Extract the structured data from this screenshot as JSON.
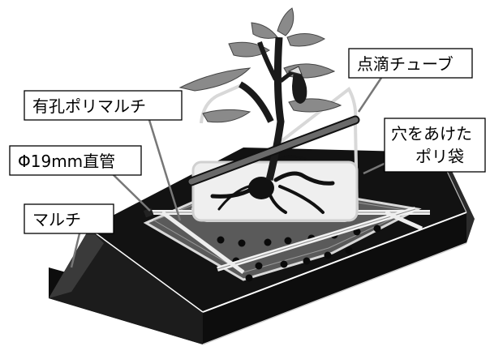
{
  "labels": {
    "drip_tube": "点滴チューブ",
    "perforated_mulch": "有孔ポリマルチ",
    "holed_bag_line1": "穴をあけた",
    "holed_bag_line2": "ポリ袋",
    "straight_pipe": "Φ19mm直管",
    "mulch": "マルチ"
  },
  "colors": {
    "mulch_black": "#111111",
    "sheet_gray": "#5a5a5a",
    "leaf_gray": "#8a8a8a",
    "stem_black": "#1a1a1a",
    "tube_gray": "#666666"
  }
}
